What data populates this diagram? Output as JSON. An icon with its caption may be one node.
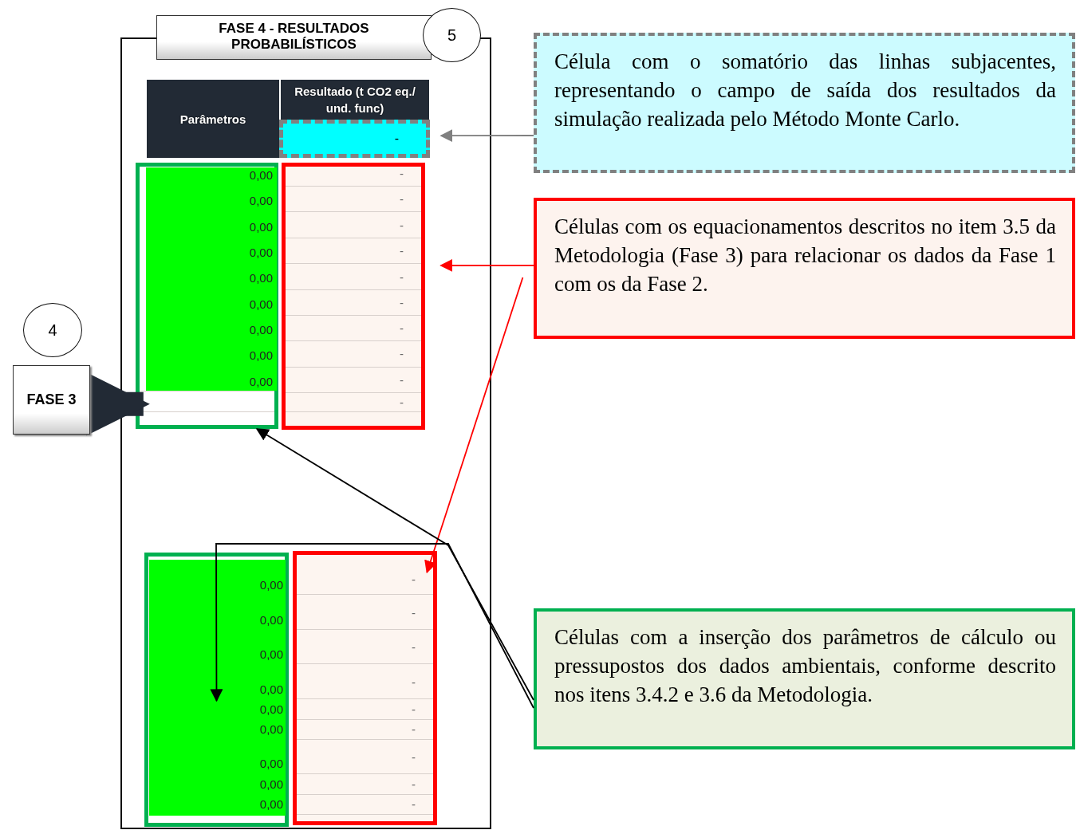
{
  "diagram": {
    "nodes": [
      {
        "text": [
          "FASE 4 - RESULTADOS PROBABILÍSTICOS"
        ]
      },
      {
        "text": [
          "5"
        ]
      },
      {
        "text": [
          "Parâmetros"
        ],
        "in": 0
      },
      {
        "text": [
          "Resultado (t CO2 eq./ und. func)"
        ],
        "in": 0
      },
      {
        "text": [
          "-"
        ],
        "in": 0
      },
      {
        "text": [
          "0,00",
          "0,00",
          "0,00",
          "0,00",
          "0,00",
          "0,00",
          "0,00",
          "0,00",
          "0,00"
        ],
        "in": 0
      },
      {
        "text": [
          "-",
          "-",
          "-",
          "-",
          "-",
          "-",
          "-",
          "-",
          "-",
          "-"
        ],
        "in": 0
      },
      {
        "text": [
          "0,00",
          "0,00",
          "0,00",
          "0,00",
          "0,00",
          "0,00",
          "0,00",
          "0,00",
          "0,00"
        ],
        "in": 0
      },
      {
        "text": [
          "-",
          "-",
          "-",
          "-",
          "-",
          "-",
          "-",
          "-",
          "-"
        ],
        "in": 0
      },
      {
        "text": [
          "4"
        ]
      },
      {
        "text": [
          "FASE 3"
        ]
      },
      {
        "text": [
          "Célula com o somatório das linhas subjacentes, representando o campo de saída dos resultados da simulação realizada pelo Método Monte Carlo."
        ]
      },
      {
        "text": [
          "Células com os equacionamentos descritos no item 3.5 da Metodologia (Fase 3) para relacionar os dados da Fase 1 com os da Fase 2."
        ]
      },
      {
        "text": [
          "Células com a inserção dos parâmetros de cálculo ou pressupostos dos dados ambientais, conforme descrito nos itens 3.4.2 e 3.6 da Metodologia."
        ]
      }
    ],
    "edges": [
      {
        "from": 10,
        "to": 0,
        "arrow": "to",
        "style": "thick",
        "color": "#222a35"
      },
      {
        "from": 11,
        "to": 4,
        "arrow": "to",
        "color": "#808080"
      },
      {
        "from": 12,
        "to": 6,
        "arrow": "to",
        "color": "#ff0000"
      },
      {
        "from": 12,
        "to": 8,
        "arrow": "to",
        "color": "#ff0000"
      },
      {
        "from": 13,
        "to": 5,
        "arrow": "to",
        "color": "#000000"
      },
      {
        "from": 13,
        "to": 7,
        "arrow": "to",
        "color": "#000000"
      }
    ]
  }
}
